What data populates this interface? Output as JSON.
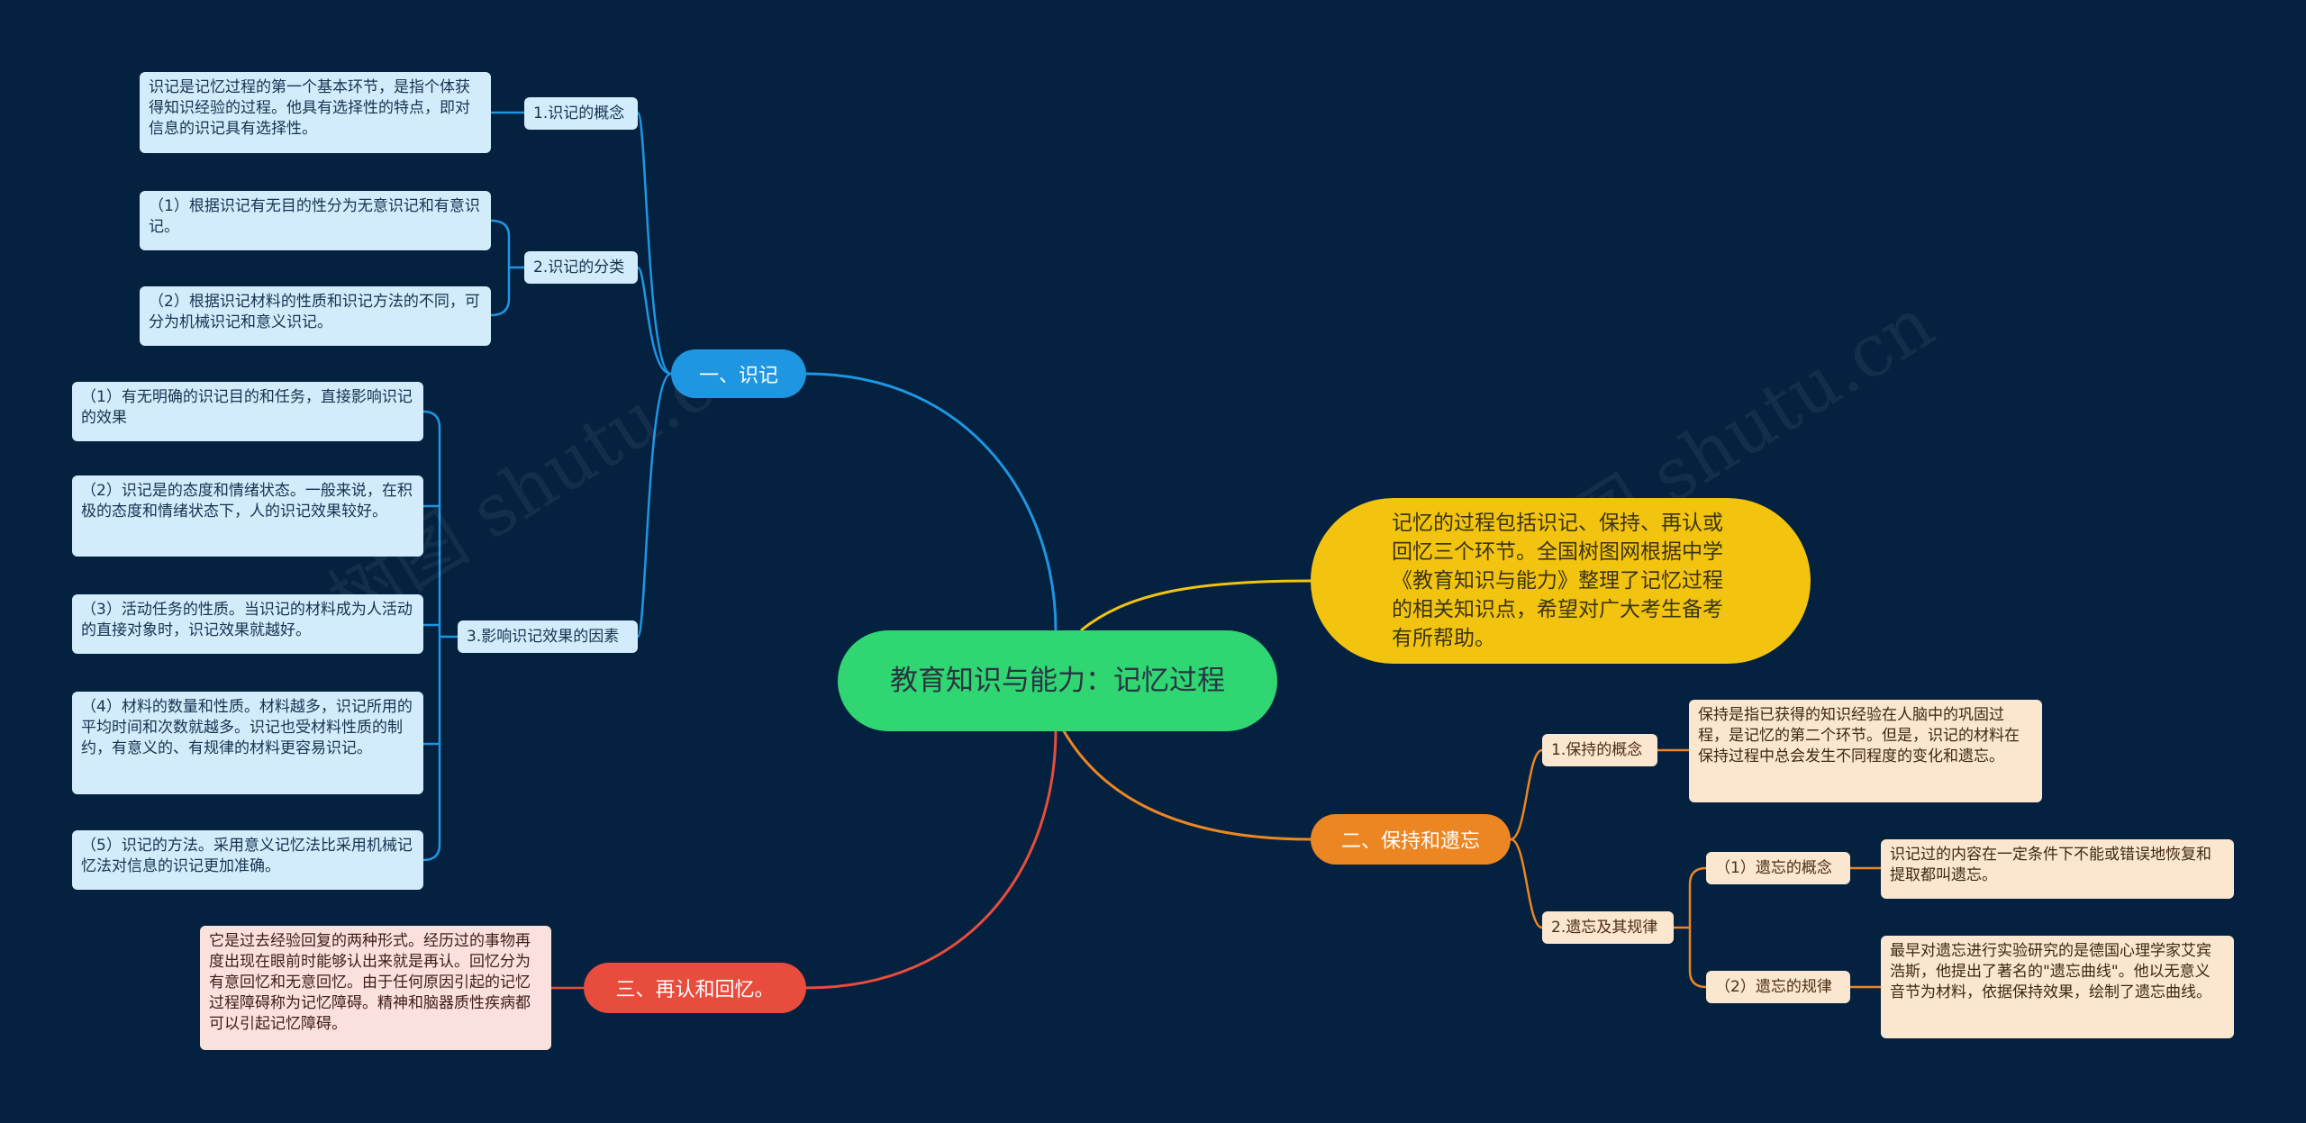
{
  "colors": {
    "background": "#04213f",
    "root": "#2fd672",
    "intro": "#f2c40f",
    "branch1": "#1e96e2",
    "branch2": "#ec8622",
    "branch3": "#e84c3d"
  },
  "watermarks": [
    "树图 shutu.cn",
    "树图 shutu.cn"
  ],
  "root": "教育知识与能力：记忆过程",
  "intro": "记忆的过程包括识记、保持、再认或回忆三个环节。全国树图网根据中学《教育知识与能力》整理了记忆过程的相关知识点，希望对广大考生备考有所帮助。",
  "branch1": {
    "label": "一、识记",
    "sub1": {
      "label": "1.识记的概念",
      "leaf": "识记是记忆过程的第一个基本环节，是指个体获得知识经验的过程。他具有选择性的特点，即对信息的识记具有选择性。"
    },
    "sub2": {
      "label": "2.识记的分类",
      "leaves": [
        "（1）根据识记有无目的性分为无意识记和有意识记。",
        "（2）根据识记材料的性质和识记方法的不同，可分为机械识记和意义识记。"
      ]
    },
    "sub3": {
      "label": "3.影响识记效果的因素",
      "leaves": [
        "（1）有无明确的识记目的和任务，直接影响识记的效果",
        "（2）识记是的态度和情绪状态。一般来说，在积极的态度和情绪状态下，人的识记效果较好。",
        "（3）活动任务的性质。当识记的材料成为人活动的直接对象时，识记效果就越好。",
        "（4）材料的数量和性质。材料越多，识记所用的平均时间和次数就越多。识记也受材料性质的制约，有意义的、有规律的材料更容易识记。",
        "（5）识记的方法。采用意义记忆法比采用机械记忆法对信息的识记更加准确。"
      ]
    }
  },
  "branch2": {
    "label": "二、保持和遗忘",
    "sub1": {
      "label": "1.保持的概念",
      "leaf": "保持是指已获得的知识经验在人脑中的巩固过程，是记忆的第二个环节。但是，识记的材料在保持过程中总会发生不同程度的变化和遗忘。"
    },
    "sub2": {
      "label": "2.遗忘及其规律",
      "subs": [
        {
          "label": "（1）遗忘的概念",
          "leaf": "识记过的内容在一定条件下不能或错误地恢复和提取都叫遗忘。"
        },
        {
          "label": "（2）遗忘的规律",
          "leaf": "最早对遗忘进行实验研究的是德国心理学家艾宾浩斯，他提出了著名的\"遗忘曲线\"。他以无意义音节为材料，依据保持效果，绘制了遗忘曲线。"
        }
      ]
    }
  },
  "branch3": {
    "label": "三、再认和回忆。",
    "leaf": "它是过去经验回复的两种形式。经历过的事物再度出现在眼前时能够认出来就是再认。回忆分为有意回忆和无意回忆。由于任何原因引起的记忆过程障碍称为记忆障碍。精神和脑器质性疾病都可以引起记忆障碍。"
  }
}
